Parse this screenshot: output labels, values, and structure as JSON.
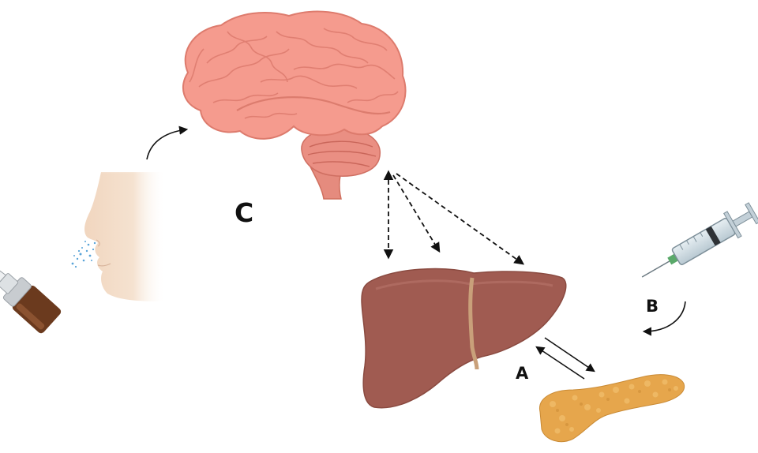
{
  "labels": {
    "c": "C",
    "a": "A",
    "b": "B"
  },
  "elements": {
    "brain": "brain-icon",
    "liver": "liver-icon",
    "pancreas": "pancreas-icon",
    "face": "face-profile-icon",
    "nasal_spray": "nasal-spray-icon",
    "syringe": "syringe-icon"
  },
  "colors": {
    "brain": "#f3978a",
    "brain_dark": "#e07a6e",
    "cerebellum": "#e88a7f",
    "liver": "#a25a50",
    "liver_ligament": "#c9a07a",
    "pancreas": "#e8a850",
    "skin": "#f3dcc6",
    "bottle": "#6b3a1e",
    "arrow": "#111111"
  }
}
